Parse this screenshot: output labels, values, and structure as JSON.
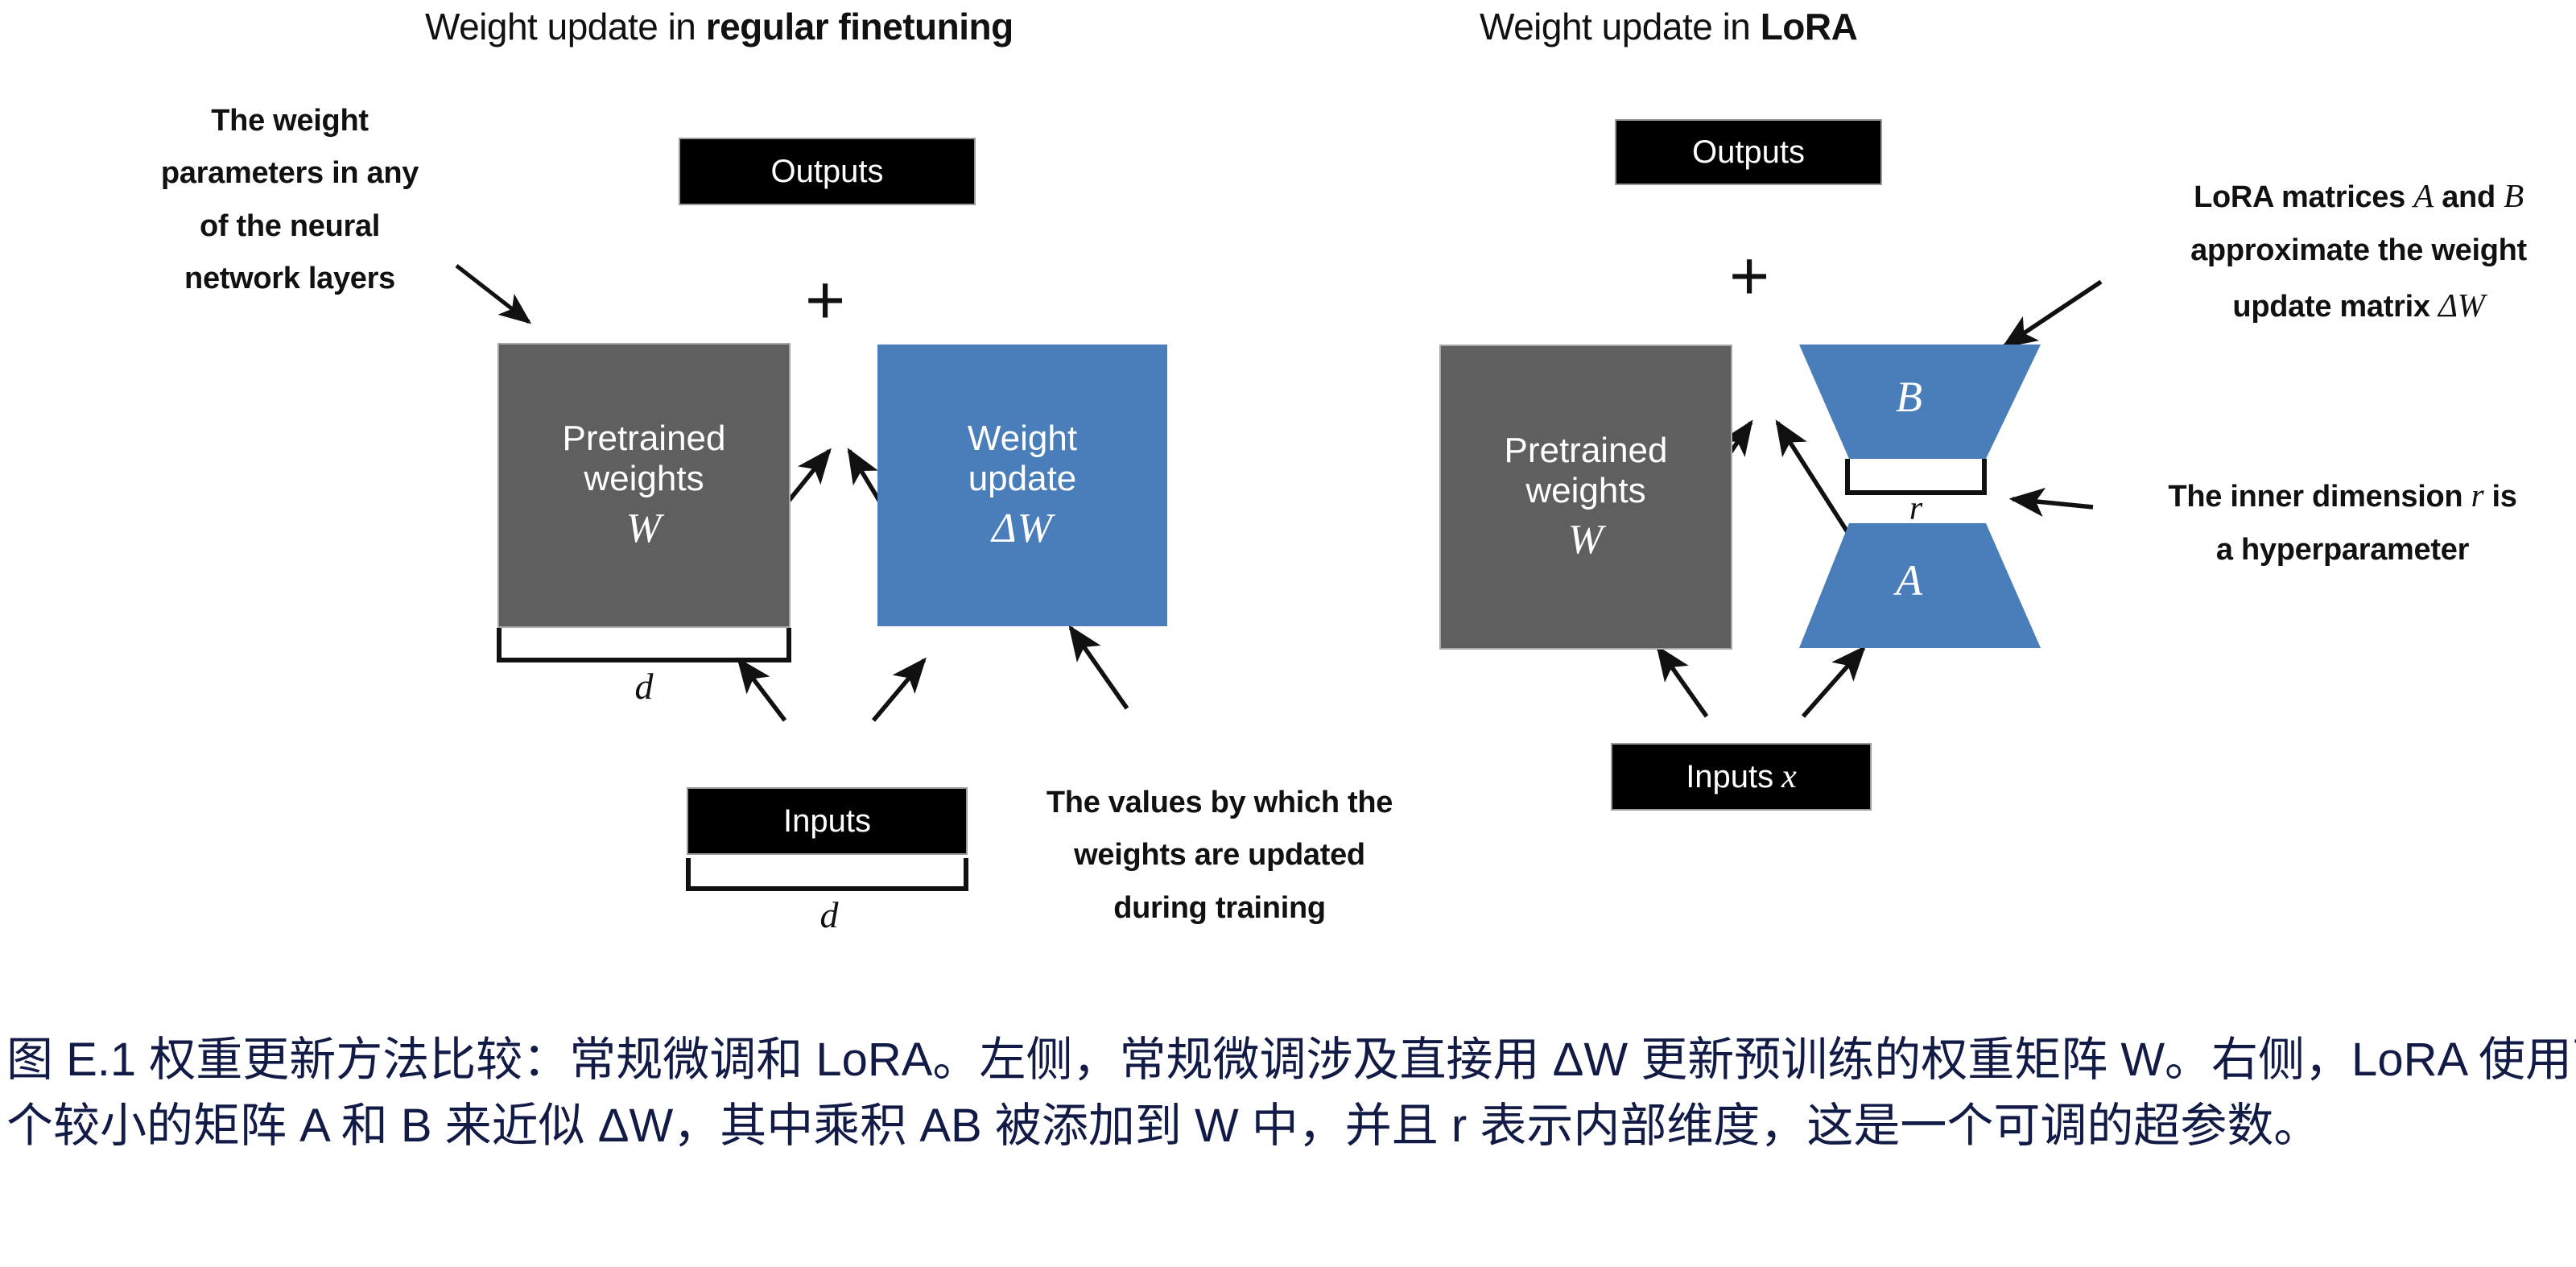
{
  "figure": {
    "panels": [
      {
        "id": "regular-finetuning",
        "title_prefix": "Weight update in ",
        "title_bold": "regular finetuning",
        "output_box": "Outputs",
        "input_box": "Inputs",
        "plus": "+",
        "pretrained_box": {
          "line1": "Pretrained",
          "line2": "weights",
          "symbol": "W"
        },
        "update_box": {
          "line1": "Weight",
          "line2": "update",
          "symbol": "ΔW"
        },
        "bracket_weights_label": "d",
        "bracket_inputs_label": "d",
        "annotation_left": {
          "line1": "The weight",
          "line2": "parameters in any",
          "line3": "of the neural",
          "line4": "network layers"
        },
        "annotation_bottom": {
          "line1": "The values by which the",
          "line2": "weights are updated",
          "line3": "during training"
        }
      },
      {
        "id": "lora",
        "title_prefix": "Weight update in ",
        "title_bold": "LoRA",
        "output_box": "Outputs",
        "input_box_text": "Inputs",
        "input_box_symbol": "x",
        "plus": "+",
        "pretrained_box": {
          "line1": "Pretrained",
          "line2": "weights",
          "symbol": "W"
        },
        "trapezoid_top": "B",
        "trapezoid_bottom": "A",
        "bracket_r_label": "r",
        "annotation_right_top": {
          "line1_pre": "LoRA matrices ",
          "line1_a": "A",
          "line1_mid": " and ",
          "line1_b": "B",
          "line2": "approximate the weight",
          "line3_pre": "update matrix ",
          "line3_math": "ΔW"
        },
        "annotation_right_bottom": {
          "line1_pre": "The inner dimension ",
          "line1_r": "r",
          "line1_post": " is",
          "line2": "a hyperparameter"
        }
      }
    ]
  },
  "caption": {
    "text": "图 E.1 权重更新方法比较：常规微调和 LoRA。左侧，常规微调涉及直接用 ΔW 更新预训练的权重矩阵 W。右侧，LoRA 使用两个较小的矩阵 A 和 B 来近似 ΔW，其中乘积 AB 被添加到 W 中，并且 r 表示内部维度，这是一个可调的超参数。"
  },
  "colors": {
    "blue": "#4a7ebb",
    "gray": "#5f5f5f",
    "black": "#000000",
    "caption_navy": "#121a46"
  }
}
